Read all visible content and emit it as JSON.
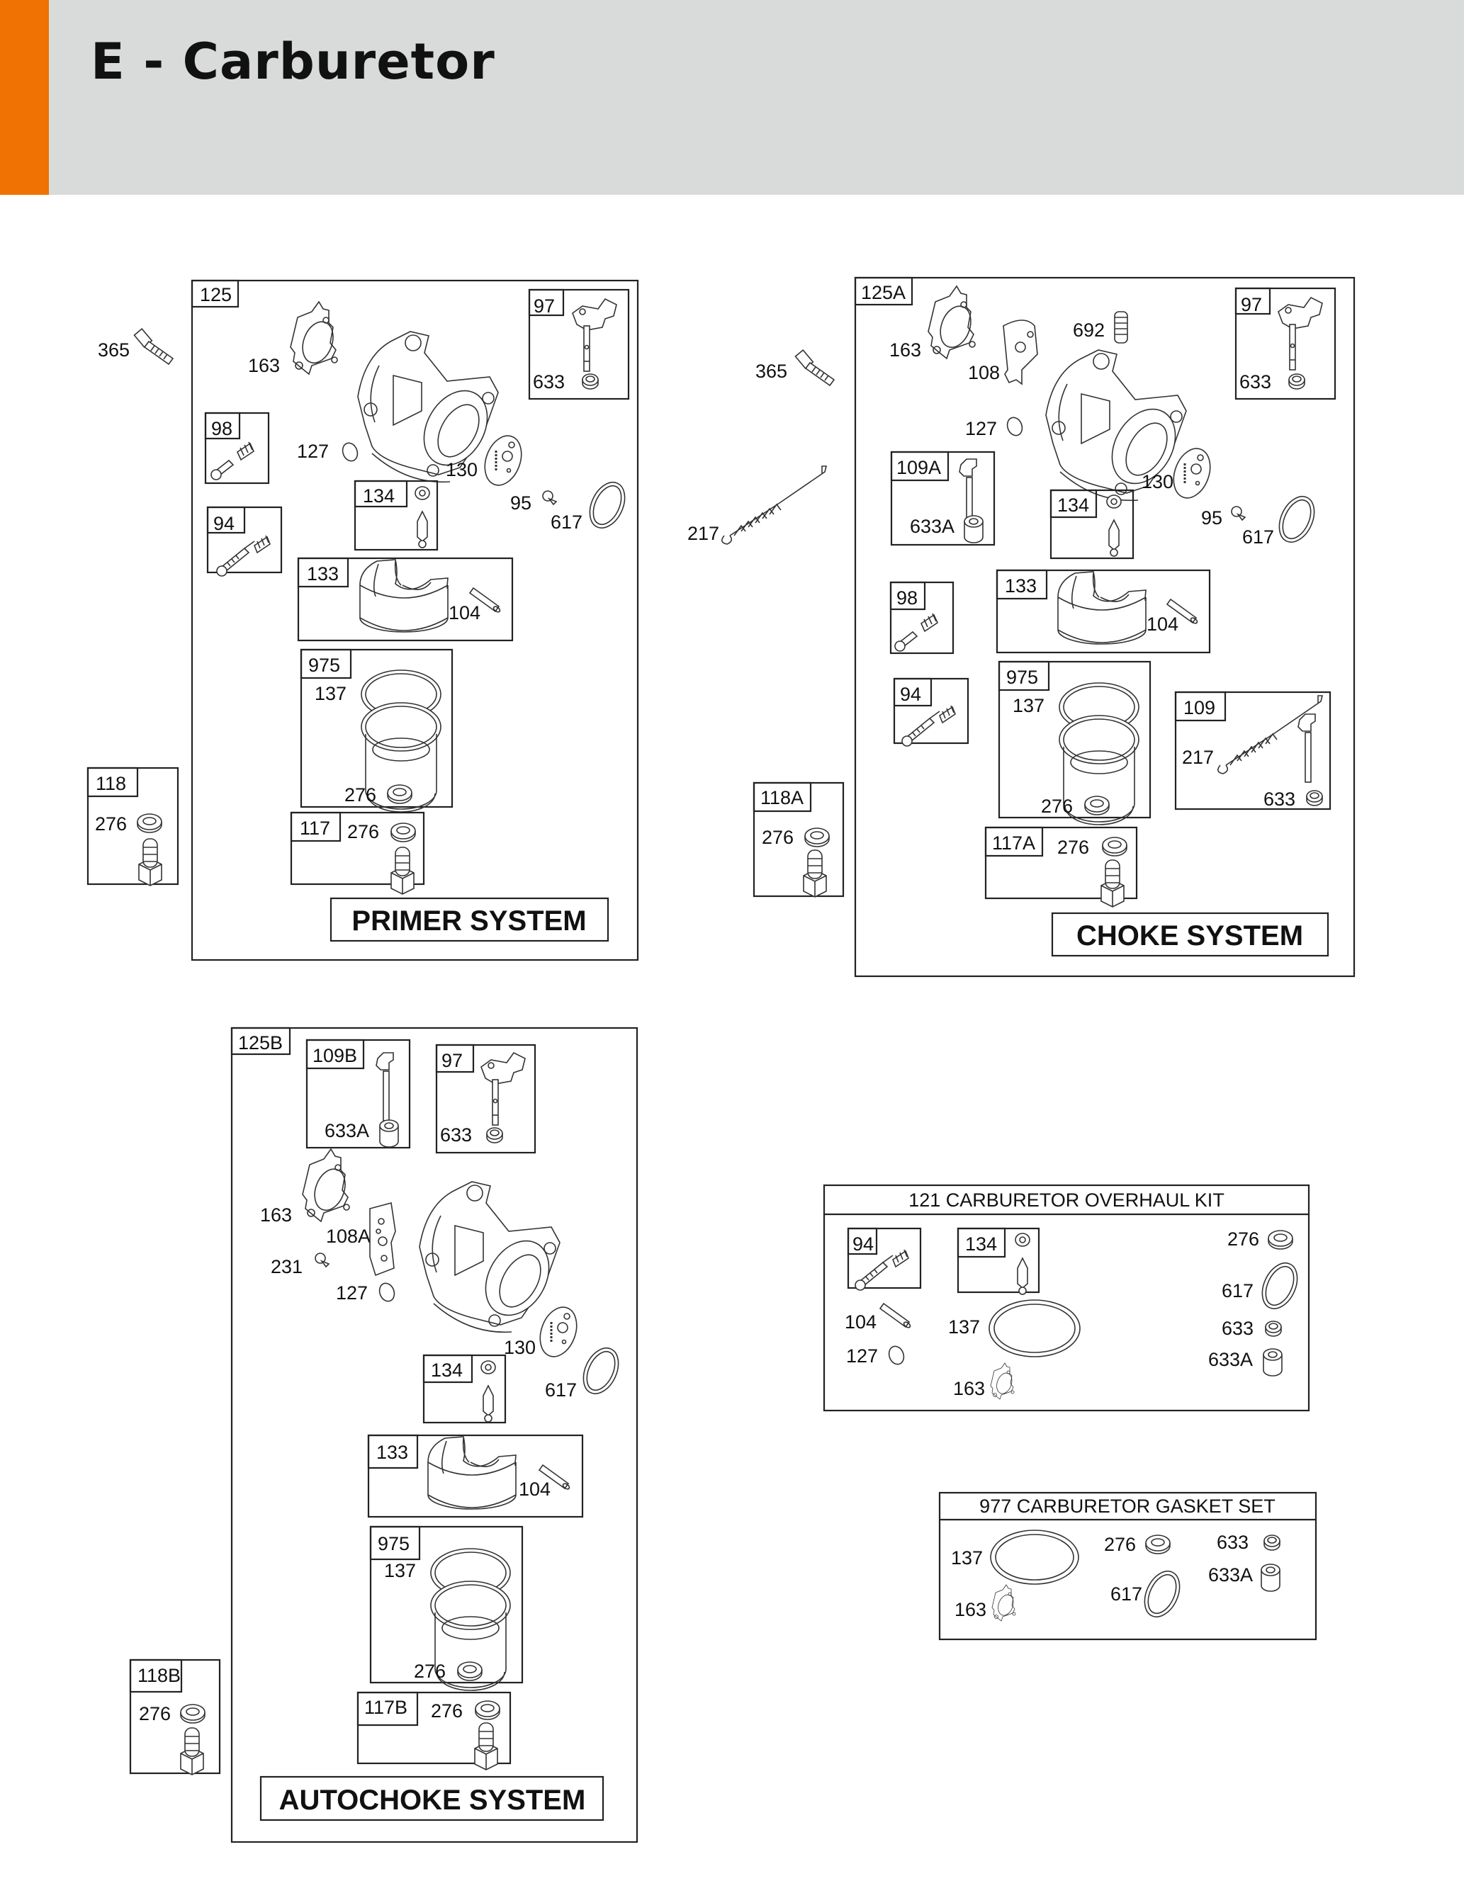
{
  "header": {
    "title": "E - Carburetor",
    "accent_color": "#ef7203",
    "background_color": "#d9dbda"
  },
  "primer": {
    "assembly_ref": "125",
    "caption": "PRIMER SYSTEM",
    "outside": {
      "bolt": "365",
      "bowl_nut_kit": "118",
      "bowl_nut_washer": "276"
    },
    "gasket": "163",
    "welch_plug": "127",
    "float_plate": "130",
    "screw": "95",
    "o_ring": "617",
    "throttle_kit": "97",
    "throttle_seal": "633",
    "idle_screw_kit": "98",
    "mixture_screw_kit": "94",
    "needle_kit": "134",
    "float_kit": "133",
    "float_pin": "104",
    "bowl_kit": "975",
    "bowl_gasket": "137",
    "bowl_washer": "276",
    "nut_kit": "117",
    "nut_washer": "276"
  },
  "choke": {
    "assembly_ref": "125A",
    "caption": "CHOKE SYSTEM",
    "outside": {
      "bolt": "365",
      "spring": "217",
      "bowl_nut_kit": "118A",
      "bowl_nut_washer": "276"
    },
    "gasket": "163",
    "plate": "108",
    "spring": "692",
    "welch_plug": "127",
    "float_plate": "130",
    "screw": "95",
    "o_ring": "617",
    "throttle_kit": "97",
    "throttle_seal": "633",
    "choke_kit": "109A",
    "choke_seal": "633A",
    "needle_kit": "134",
    "idle_screw_kit": "98",
    "float_kit": "133",
    "float_pin": "104",
    "mixture_screw_kit": "94",
    "bowl_kit": "975",
    "bowl_gasket": "137",
    "bowl_washer": "276",
    "choke_shaft_kit": "109",
    "choke_shaft_spring": "217",
    "choke_shaft_seal": "633",
    "nut_kit": "117A",
    "nut_washer": "276"
  },
  "autochoke": {
    "assembly_ref": "125B",
    "caption": "AUTOCHOKE SYSTEM",
    "outside": {
      "bowl_nut_kit": "118B",
      "bowl_nut_washer": "276"
    },
    "choke_kit": "109B",
    "choke_seal": "633A",
    "throttle_kit": "97",
    "throttle_seal": "633",
    "gasket": "163",
    "plate": "108A",
    "screw": "231",
    "welch_plug": "127",
    "float_plate": "130",
    "o_ring": "617",
    "needle_kit": "134",
    "float_kit": "133",
    "float_pin": "104",
    "bowl_kit": "975",
    "bowl_gasket": "137",
    "bowl_washer": "276",
    "nut_kit": "117B",
    "nut_washer": "276"
  },
  "overhaul_kit": {
    "title": "121 CARBURETOR OVERHAUL KIT",
    "mixture_screw_kit": "94",
    "needle_kit": "134",
    "float_pin": "104",
    "welch_plug": "127",
    "bowl_gasket": "137",
    "gasket": "163",
    "washer": "276",
    "o_ring": "617",
    "seal": "633",
    "seal_a": "633A"
  },
  "gasket_set": {
    "title": "977 CARBURETOR GASKET SET",
    "bowl_gasket": "137",
    "gasket": "163",
    "washer": "276",
    "o_ring": "617",
    "seal": "633",
    "seal_a": "633A"
  }
}
